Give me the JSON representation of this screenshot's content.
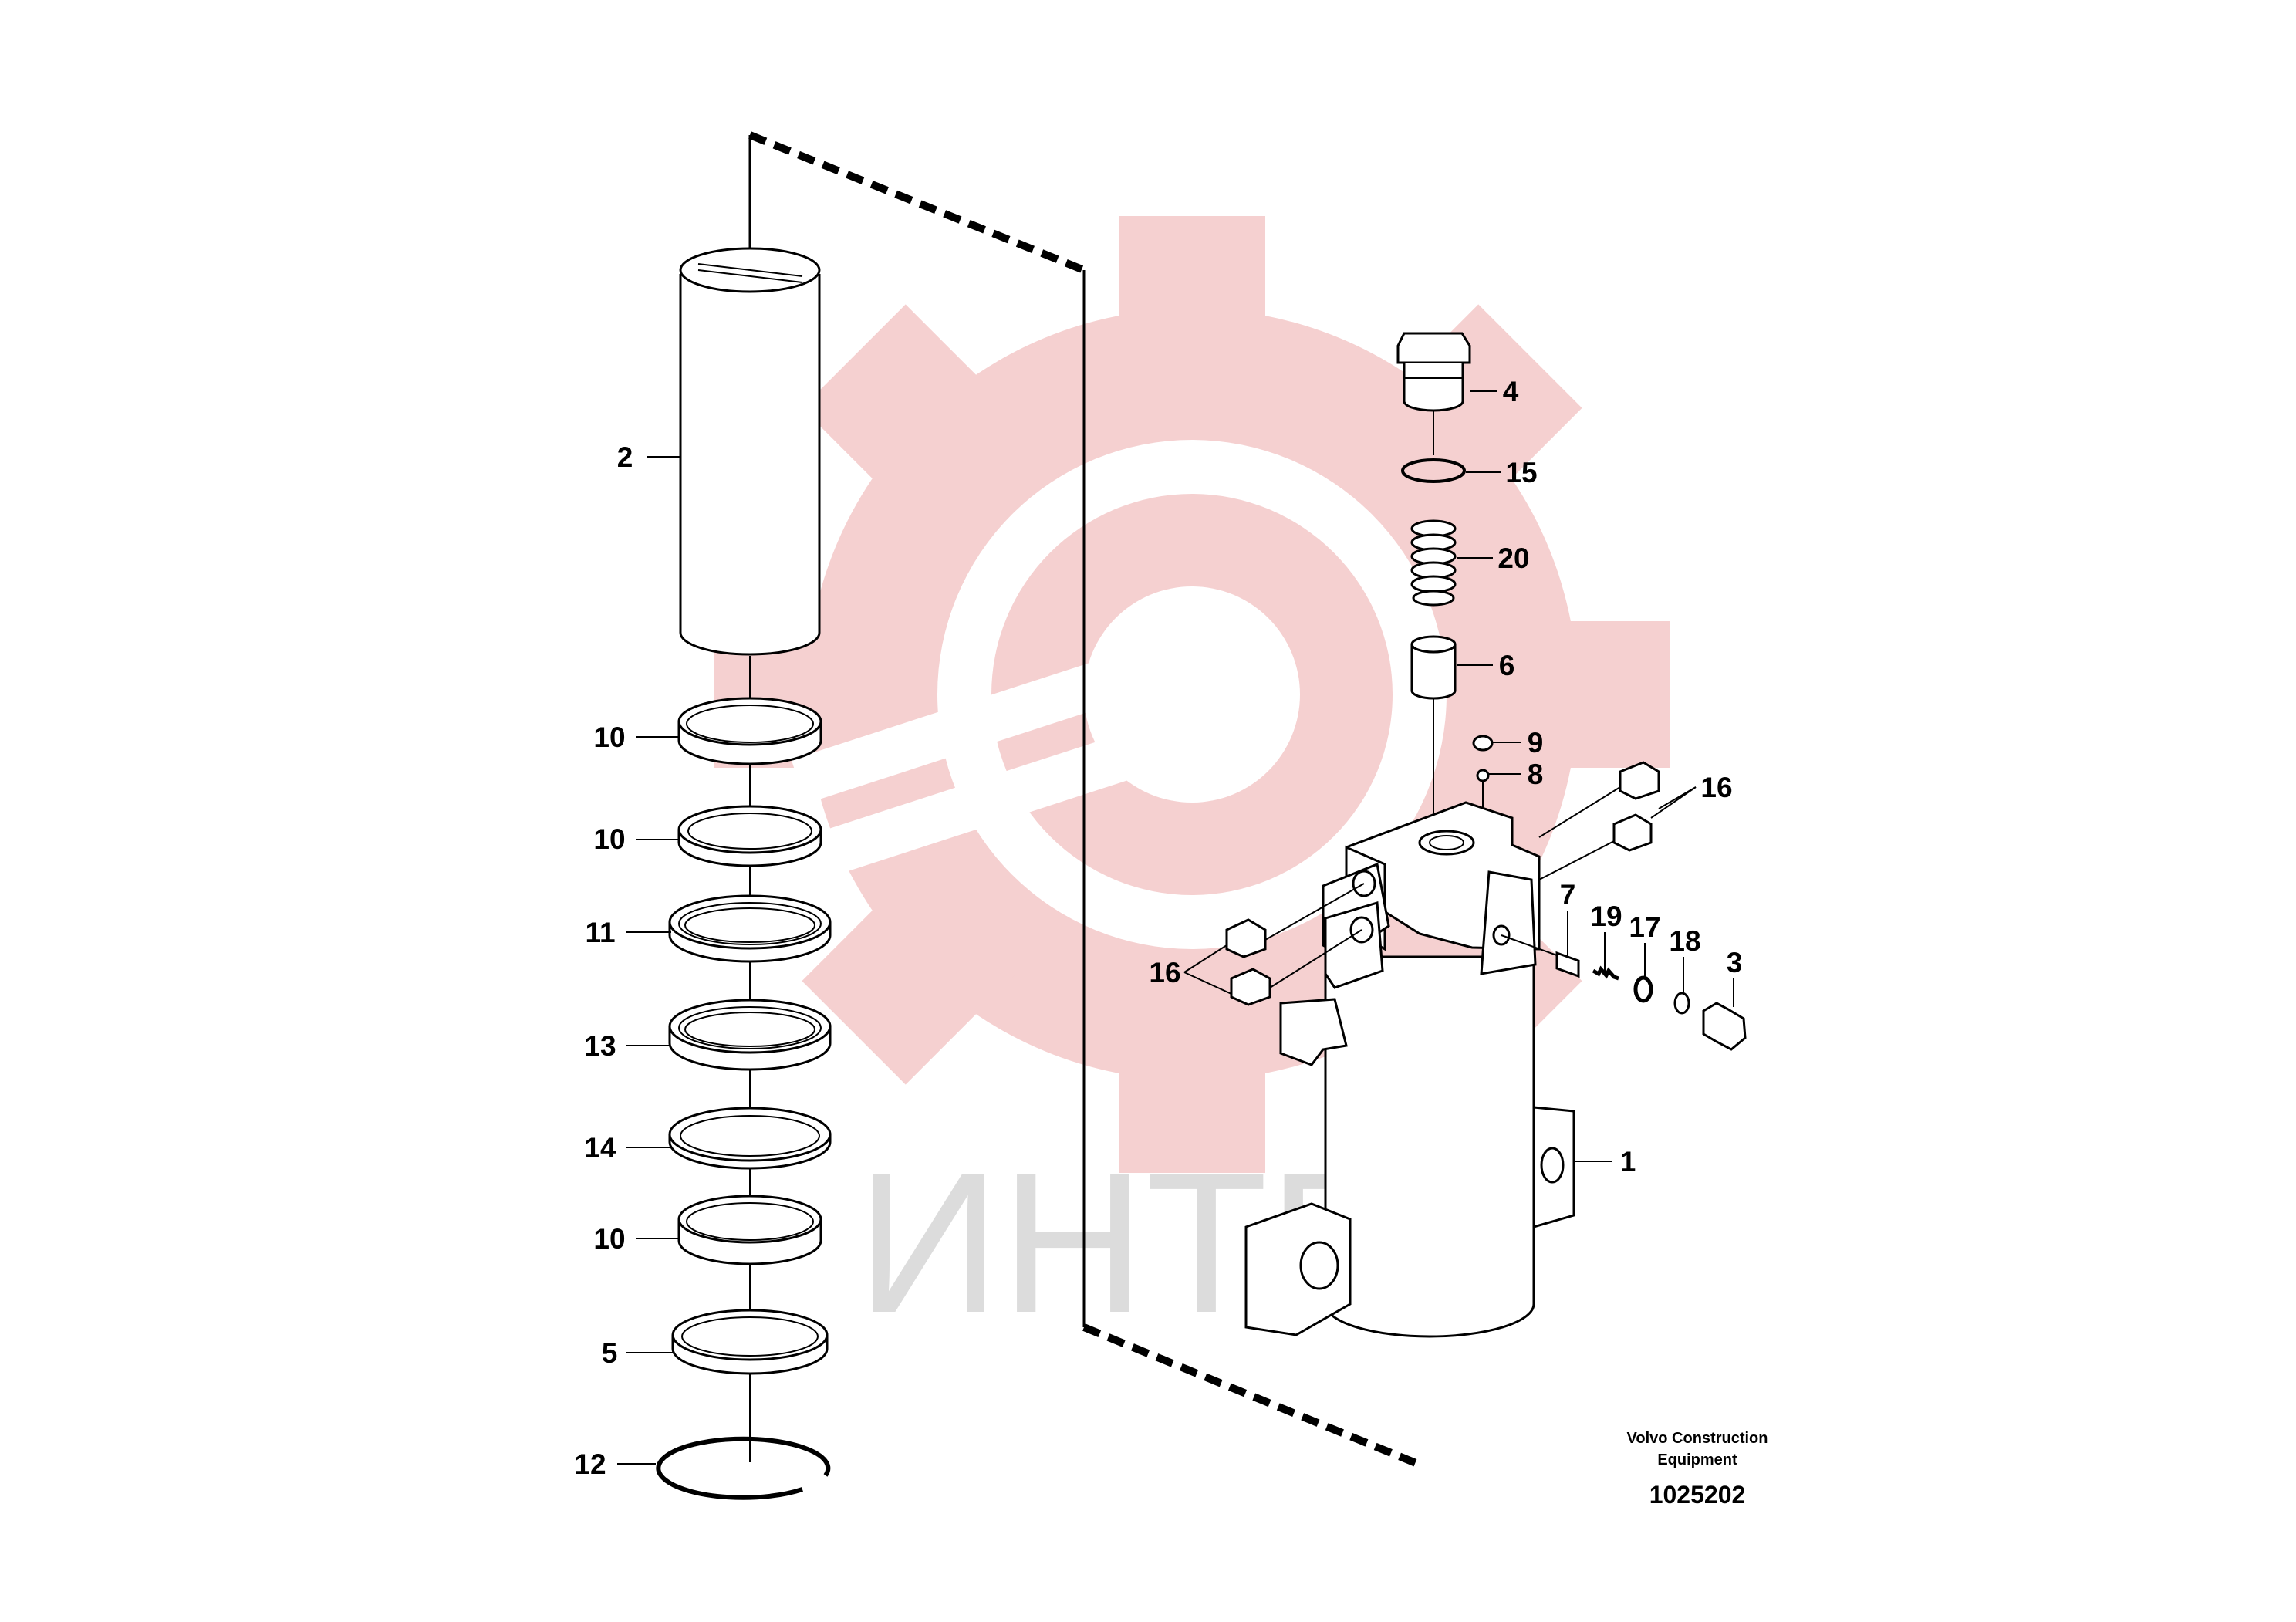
{
  "watermark": {
    "text": "ИНТЕХ",
    "gear_color": "#f4c8c8",
    "text_color": "#d9d9d9"
  },
  "callouts": {
    "c1": "1",
    "c2": "2",
    "c3": "3",
    "c4": "4",
    "c5": "5",
    "c6": "6",
    "c7": "7",
    "c8": "8",
    "c9": "9",
    "c10a": "10",
    "c10b": "10",
    "c10c": "10",
    "c11": "11",
    "c12": "12",
    "c13": "13",
    "c14": "14",
    "c15": "15",
    "c16a": "16",
    "c16b": "16",
    "c17": "17",
    "c18": "18",
    "c19": "19",
    "c20": "20"
  },
  "footer": {
    "company_line1": "Volvo Construction",
    "company_line2": "Equipment",
    "drawing_number": "1025202"
  }
}
